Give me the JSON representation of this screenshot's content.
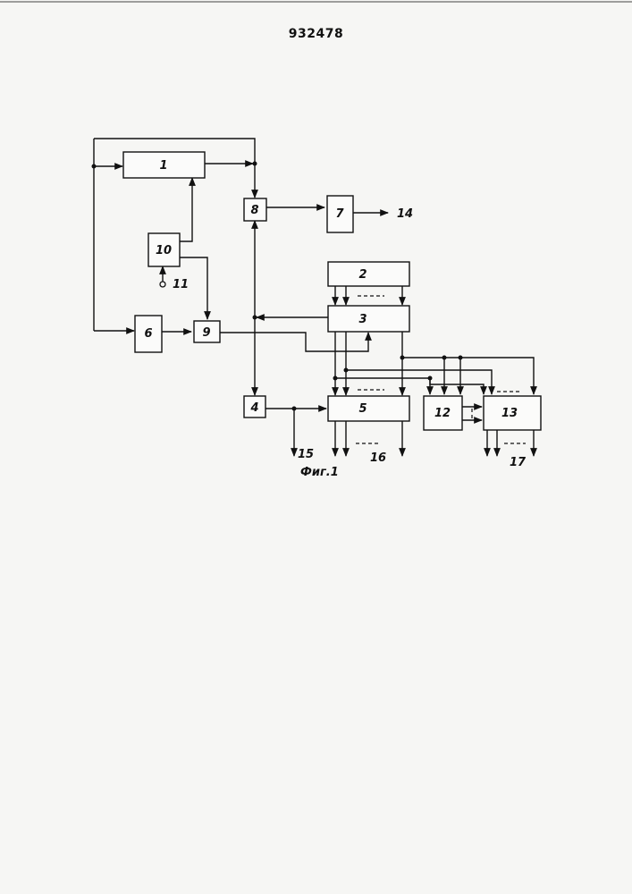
{
  "patent_number": "932478",
  "figure_caption": "Фиг.1",
  "blocks": {
    "b1": "1",
    "b2": "2",
    "b3": "3",
    "b4": "4",
    "b5": "5",
    "b6": "6",
    "b7": "7",
    "b8": "8",
    "b9": "9",
    "b10": "10",
    "b12": "12",
    "b13": "13"
  },
  "terminals": {
    "t11": "11",
    "t14": "14",
    "t15": "15",
    "t16": "16",
    "t17": "17"
  }
}
